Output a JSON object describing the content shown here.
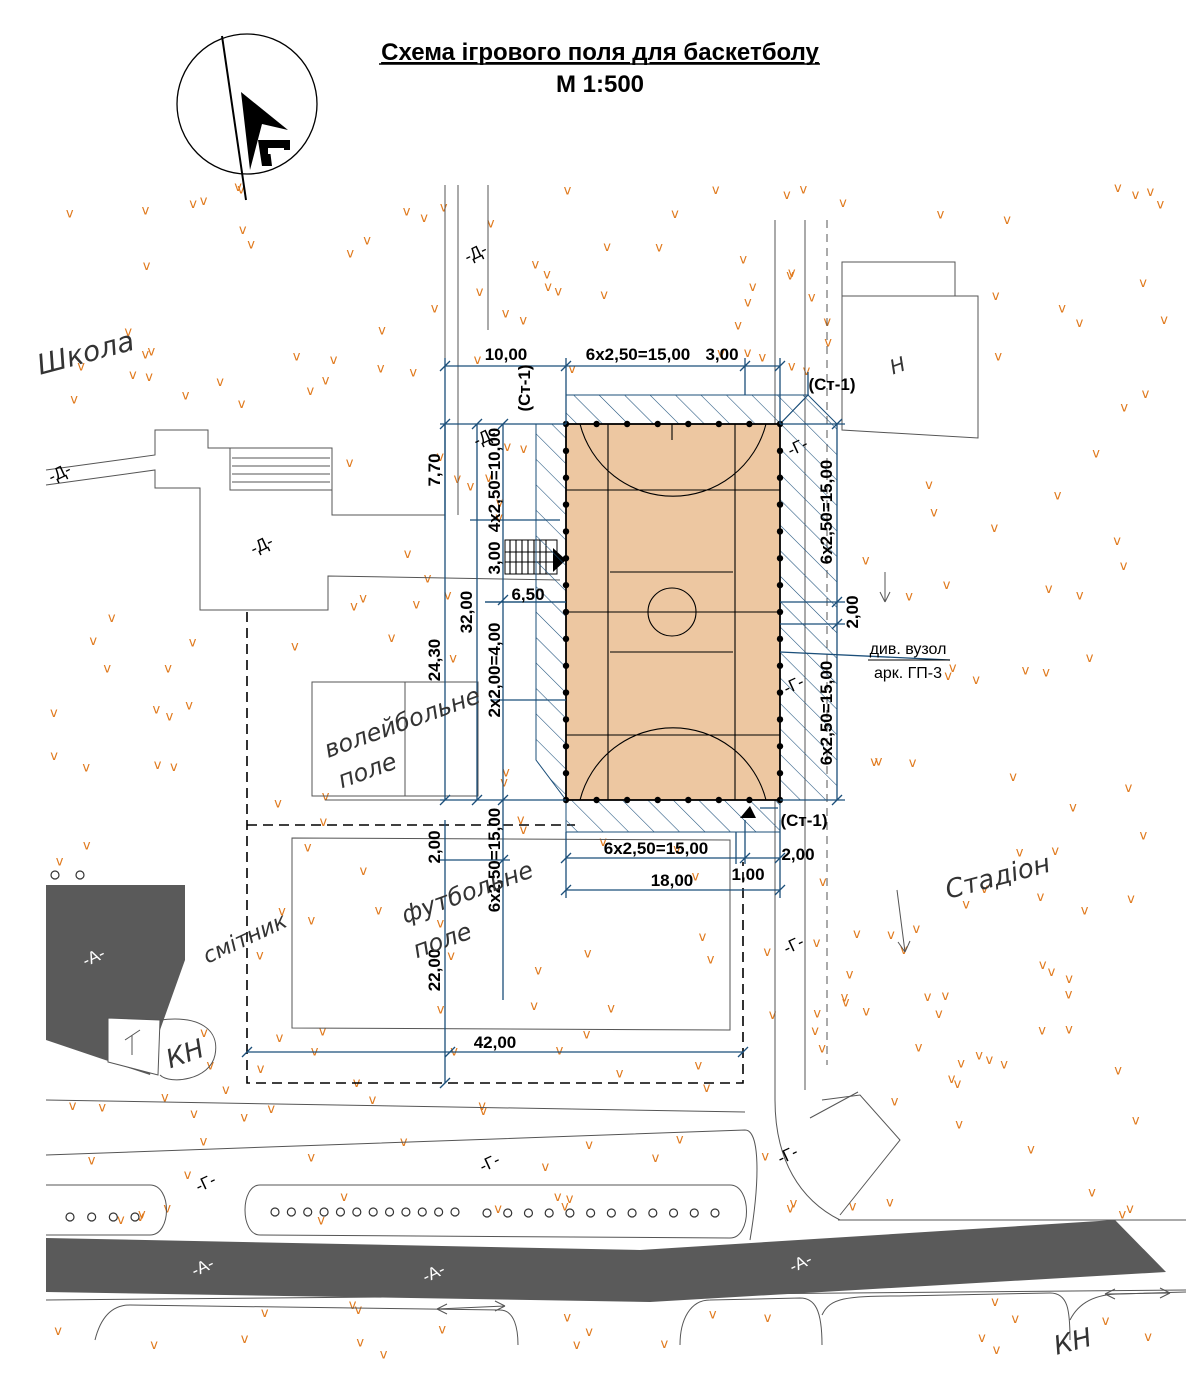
{
  "title": "Схема ігрового поля для баскетболу",
  "scale": "М 1:500",
  "labels": {
    "school": "Школа",
    "volleyball_line1": "волейбольне",
    "volleyball_line2": "поле",
    "football_line1": "футбольне",
    "football_line2": "поле",
    "trash": "смітник",
    "stadium": "Стадіон",
    "kn1": "КН",
    "kn2": "КН",
    "n": "Н",
    "ref_line1": "див. вузол",
    "ref_line2": "арк. ГП-3"
  },
  "network_labels": {
    "d1": "-Д-",
    "d2": "-Д-",
    "d3": "-Д-",
    "d4": "-Д-",
    "g1": "-Г-",
    "g2": "-Г-",
    "g3": "-Г-",
    "g4": "-Г-",
    "g5": "-Г-",
    "g6": "-Г-",
    "a1": "-А-",
    "a2": "-А-",
    "a3": "-А-",
    "a4": "-А-"
  },
  "callouts": {
    "st1_top_left": "(Ст-1)",
    "st1_top_right": "(Ст-1)",
    "st1_bottom": "(Ст-1)"
  },
  "dimensions": {
    "top_10": "10,00",
    "top_15": "6х2,50=15,00",
    "top_3": "3,00",
    "left_770": "7,70",
    "left_4x250": "4х2,50=10,00",
    "left_300": "3,00",
    "left_650": "6,50",
    "left_3200": "32,00",
    "left_2430": "24,30",
    "left_2x200": "2х2,00=4,00",
    "left_6x250": "6х2,50=15,00",
    "left_200": "2,00",
    "left_2200": "22,00",
    "right_6x250_top": "6х2,50=15,00",
    "right_200": "2,00",
    "right_6x250_bottom": "6х2,50=15,00",
    "bottom_6x250": "6х2,50=15,00",
    "bottom_200": "2,00",
    "bottom_1800": "18,00",
    "bottom_100": "1,00",
    "bottom_4200": "42,00"
  },
  "colors": {
    "court_fill": "#edc7a1",
    "road": "#5a5a5a",
    "dimension": "#1b4f7a",
    "grass": "#e07a1e"
  },
  "icons": {
    "north_arrow": "north-arrow-icon"
  }
}
